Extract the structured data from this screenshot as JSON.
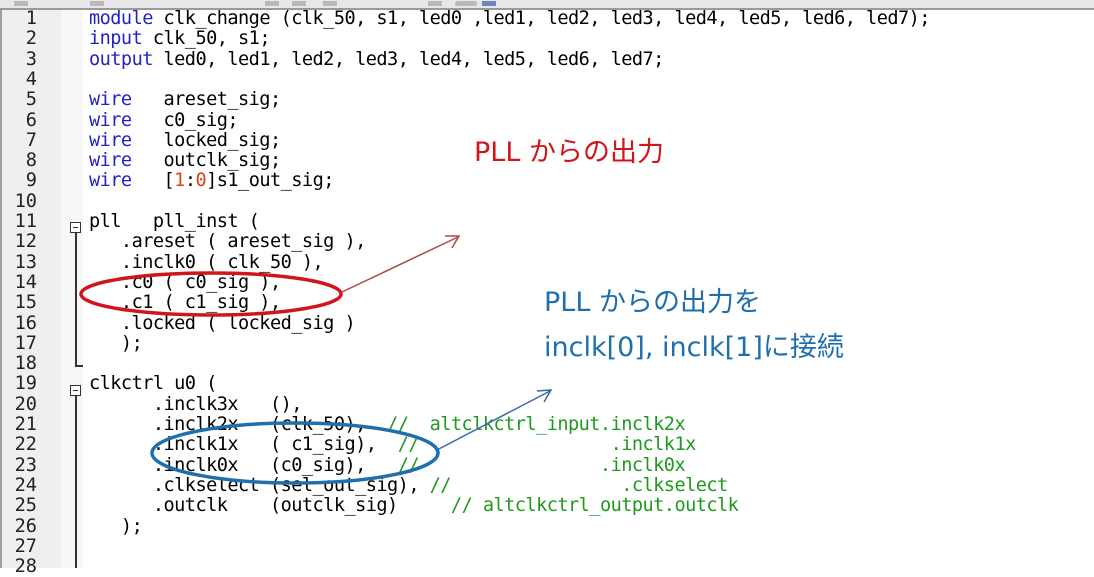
{
  "editor": {
    "language": "Verilog",
    "lines": [
      {
        "n": "1",
        "tokens": [
          {
            "t": "module",
            "c": "kw"
          },
          {
            "t": " clk_change (clk_50, s1, led0 ,led1, led2, led3, led4, led5, led6, led7);"
          }
        ]
      },
      {
        "n": "2",
        "tokens": [
          {
            "t": "input",
            "c": "kw"
          },
          {
            "t": " clk_50, s1;"
          }
        ]
      },
      {
        "n": "3",
        "tokens": [
          {
            "t": "output",
            "c": "kw"
          },
          {
            "t": " led0, led1, led2, led3, led4, led5, led6, led7;"
          }
        ]
      },
      {
        "n": "4",
        "tokens": []
      },
      {
        "n": "5",
        "tokens": [
          {
            "t": "wire",
            "c": "kw"
          },
          {
            "t": "   areset_sig;"
          }
        ]
      },
      {
        "n": "6",
        "tokens": [
          {
            "t": "wire",
            "c": "kw"
          },
          {
            "t": "   c0_sig;"
          }
        ]
      },
      {
        "n": "7",
        "tokens": [
          {
            "t": "wire",
            "c": "kw"
          },
          {
            "t": "   locked_sig;"
          }
        ]
      },
      {
        "n": "8",
        "tokens": [
          {
            "t": "wire",
            "c": "kw"
          },
          {
            "t": "   outclk_sig;"
          }
        ]
      },
      {
        "n": "9",
        "tokens": [
          {
            "t": "wire",
            "c": "kw"
          },
          {
            "t": "   ["
          },
          {
            "t": "1",
            "c": "num"
          },
          {
            "t": ":"
          },
          {
            "t": "0",
            "c": "num"
          },
          {
            "t": "]s1_out_sig;"
          }
        ]
      },
      {
        "n": "10",
        "tokens": []
      },
      {
        "n": "11",
        "tokens": [
          {
            "t": "pll   pll_inst ("
          }
        ],
        "fold": "open"
      },
      {
        "n": "12",
        "tokens": [
          {
            "t": "   .areset ( areset_sig ),"
          }
        ]
      },
      {
        "n": "13",
        "tokens": [
          {
            "t": "   .inclk0 ( clk_50 ),"
          }
        ]
      },
      {
        "n": "14",
        "tokens": [
          {
            "t": "   .c0 ( c0_sig ),"
          }
        ]
      },
      {
        "n": "15",
        "tokens": [
          {
            "t": "   .c1 ( c1_sig ),"
          }
        ]
      },
      {
        "n": "16",
        "tokens": [
          {
            "t": "   .locked ( locked_sig )"
          }
        ]
      },
      {
        "n": "17",
        "tokens": [
          {
            "t": "   );"
          }
        ]
      },
      {
        "n": "18",
        "tokens": [],
        "fold": "end"
      },
      {
        "n": "19",
        "tokens": [
          {
            "t": "clkctrl u0 ("
          }
        ],
        "fold": "open"
      },
      {
        "n": "20",
        "tokens": [
          {
            "t": "      .inclk3x   (),"
          }
        ]
      },
      {
        "n": "21",
        "tokens": [
          {
            "t": "      .inclk2x   (clk_50),  "
          },
          {
            "t": "//  altclkctrl_input.inclk2x",
            "c": "cm"
          }
        ]
      },
      {
        "n": "22",
        "tokens": [
          {
            "t": "      .inclk1x   ( c1_sig),  "
          },
          {
            "t": "//                  .inclk1x",
            "c": "cm"
          }
        ]
      },
      {
        "n": "23",
        "tokens": [
          {
            "t": "      .inclk0x   (c0_sig),   "
          },
          {
            "t": "//                 .inclk0x",
            "c": "cm"
          }
        ]
      },
      {
        "n": "24",
        "tokens": [
          {
            "t": "      .clkselect (sel_out_sig), "
          },
          {
            "t": "//                .clkselect",
            "c": "cm"
          }
        ]
      },
      {
        "n": "25",
        "tokens": [
          {
            "t": "      .outclk    (outclk_sig)     "
          },
          {
            "t": "// altclkctrl_output.outclk",
            "c": "cm"
          }
        ]
      },
      {
        "n": "26",
        "tokens": [
          {
            "t": "   );"
          }
        ]
      },
      {
        "n": "27",
        "tokens": []
      },
      {
        "n": "28",
        "tokens": []
      }
    ]
  },
  "annotations": {
    "pll_output": {
      "text": "PLL からの出力",
      "color": "#d0161c"
    },
    "connect_line1": {
      "text": "PLL からの出力を",
      "color": "#1f6fad"
    },
    "connect_line2": {
      "text": "inclk[0], inclk[1]に接続",
      "color": "#1f6fad"
    }
  },
  "colors": {
    "keyword": "#2323c8",
    "number": "#e0401c",
    "comment": "#1e9a1e",
    "red_ellipse": "#d0161c",
    "blue_ellipse": "#1f6fad",
    "red_arrow": "#b04848",
    "blue_arrow": "#3c68a8"
  }
}
